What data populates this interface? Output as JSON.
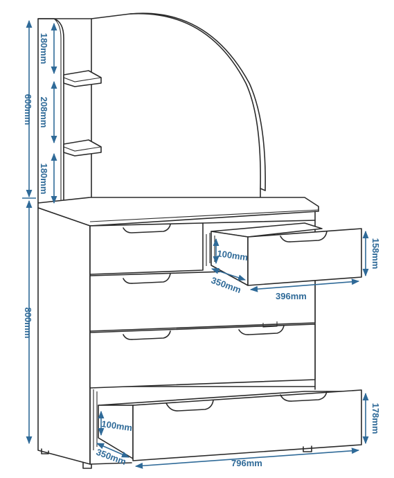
{
  "colors": {
    "dimension": "#2f6a98",
    "line": "#2a2a2a",
    "background": "#ffffff"
  },
  "dimensions": {
    "hutch_height": "600mm",
    "shelf_gap_top": "180mm",
    "shelf_gap_middle": "208mm",
    "shelf_gap_bottom": "180mm",
    "base_height": "800mm",
    "small_drawer_depth_label": "100mm",
    "small_drawer_length": "350mm",
    "small_drawer_width": "396mm",
    "small_drawer_height": "158mm",
    "large_drawer_depth_label": "100mm",
    "large_drawer_length": "350mm",
    "large_drawer_width": "796mm",
    "large_drawer_height": "178mm"
  }
}
